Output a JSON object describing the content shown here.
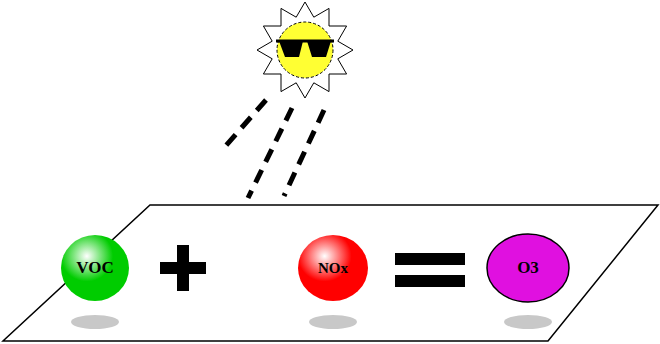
{
  "diagram": {
    "nodes": [
      {
        "text": [
          "VOC"
        ]
      },
      {
        "text": [
          "NOx"
        ]
      },
      {
        "text": [
          "O3"
        ]
      }
    ]
  }
}
